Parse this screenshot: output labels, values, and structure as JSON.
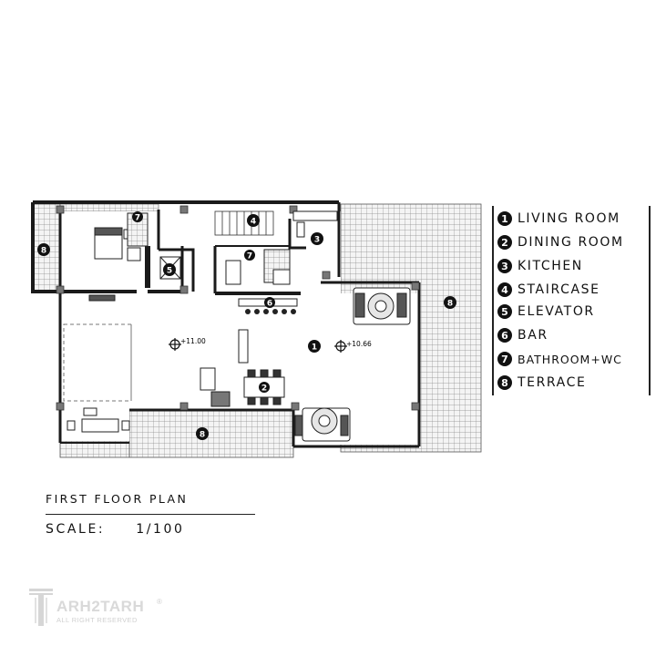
{
  "legend": {
    "items": [
      {
        "number": "1",
        "label": "LIVING ROOM"
      },
      {
        "number": "2",
        "label": "DINING ROOM"
      },
      {
        "number": "3",
        "label": "KITCHEN"
      },
      {
        "number": "4",
        "label": "STAIRCASE"
      },
      {
        "number": "5",
        "label": "ELEVATOR"
      },
      {
        "number": "6",
        "label": "BAR"
      },
      {
        "number": "7",
        "label": "BATHROOM+WC"
      },
      {
        "number": "8",
        "label": "TERRACE"
      }
    ]
  },
  "plan": {
    "title": "FIRST FLOOR PLAN",
    "scale_label": "SCALE:",
    "scale_value": "1/100",
    "levels": [
      "+11.00",
      "+10.66"
    ],
    "room_markers": [
      "1",
      "2",
      "3",
      "4",
      "5",
      "6",
      "7",
      "7",
      "8",
      "8",
      "8"
    ]
  },
  "logo": {
    "name": "ARH2TARH",
    "rights": "ALL RIGHT RESERVED",
    "mark": "®"
  },
  "colors": {
    "wall": "#1a1a1a",
    "hatch": "#9a9a9a",
    "accent": "#111111"
  }
}
